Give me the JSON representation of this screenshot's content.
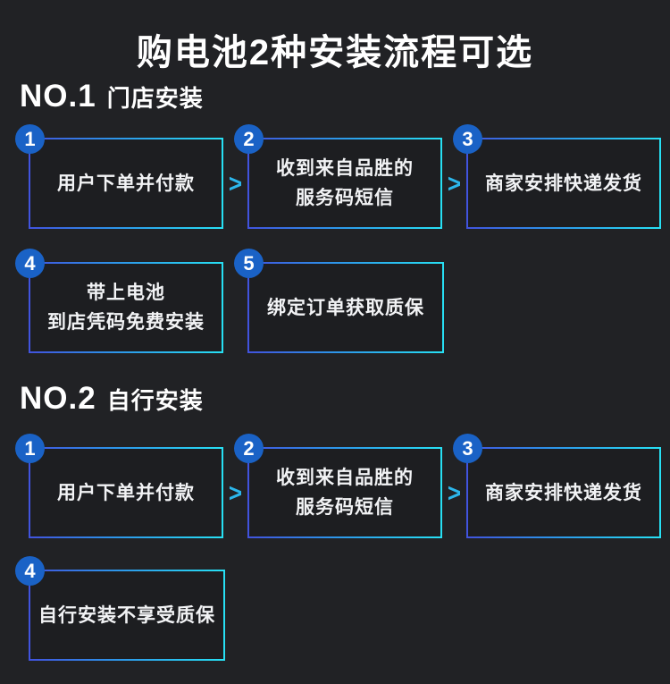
{
  "title": "购电池2种安装流程可选",
  "arrow_glyph": ">",
  "colors": {
    "background": "#212225",
    "badge_blue": "#1a62c6",
    "border_gradient_start": "#4153de",
    "border_gradient_end": "#27e0f4",
    "arrow_cyan": "#2cb7ec",
    "text_white": "#f2f3f5"
  },
  "sections": [
    {
      "number": "NO.1",
      "title": "门店安装",
      "steps": [
        {
          "badge": "1",
          "line1": "用户下单并付款"
        },
        {
          "badge": "2",
          "line1": "收到来自品胜的",
          "line2": "服务码短信"
        },
        {
          "badge": "3",
          "line1": "商家安排快递发货"
        },
        {
          "badge": "4",
          "line1": "带上电池",
          "line2": "到店凭码免费安装"
        },
        {
          "badge": "5",
          "line1": "绑定订单获取质保"
        }
      ]
    },
    {
      "number": "NO.2",
      "title": "自行安装",
      "steps": [
        {
          "badge": "1",
          "line1": "用户下单并付款"
        },
        {
          "badge": "2",
          "line1": "收到来自品胜的",
          "line2": "服务码短信"
        },
        {
          "badge": "3",
          "line1": "商家安排快递发货"
        },
        {
          "badge": "4",
          "line1": "自行安装不享受质保"
        }
      ]
    }
  ]
}
